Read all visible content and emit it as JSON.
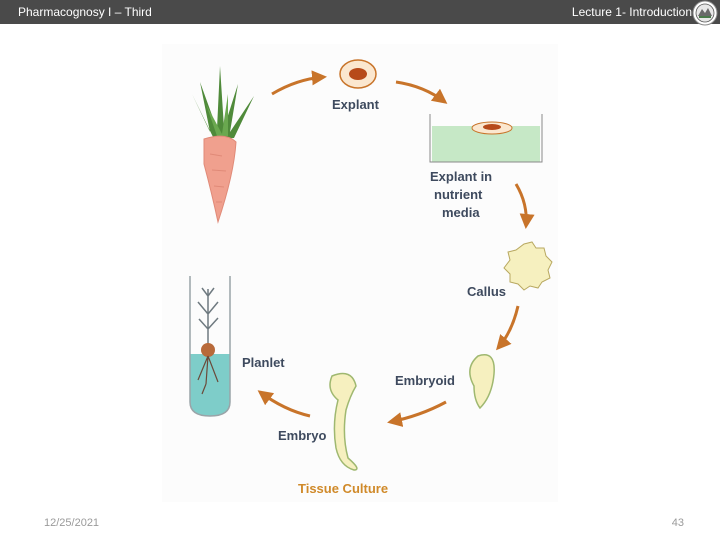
{
  "header": {
    "left_title": "Pharmacognosy I – Third",
    "right_title": "Lecture 1- Introduction"
  },
  "diagram": {
    "labels": {
      "explant": "Explant",
      "explant_media_1": "Explant in",
      "explant_media_2": "nutrient",
      "explant_media_3": "media",
      "callus": "Callus",
      "embryoid": "Embryoid",
      "embryo": "Embryo",
      "planlet": "Planlet",
      "caption": "Tissue Culture"
    }
  },
  "footer": {
    "date": "12/25/2021",
    "page": "43"
  },
  "colors": {
    "header_bg": "#4a4a4a",
    "arrow": "#c8742a",
    "label": "#3e4a5e",
    "caption": "#d08a2a"
  }
}
